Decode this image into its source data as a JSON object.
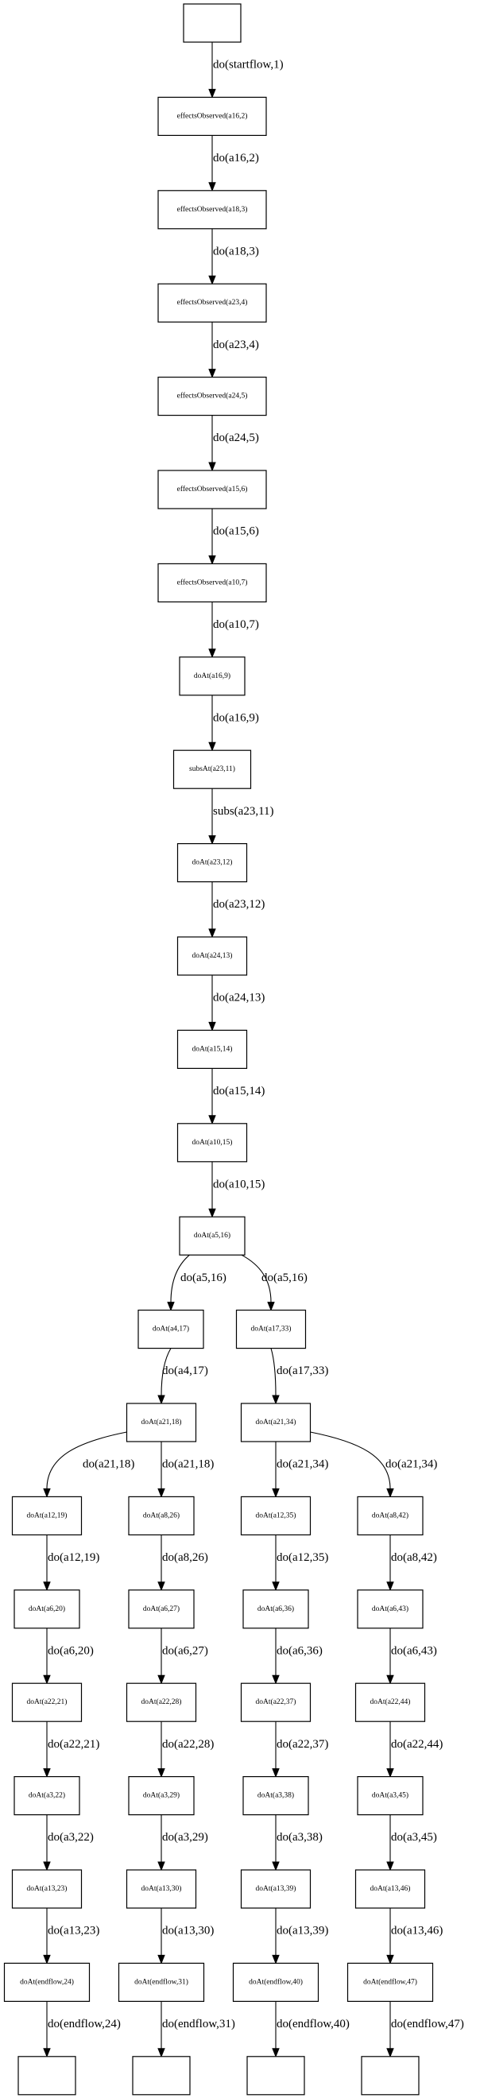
{
  "diagram": {
    "type": "directed-graph",
    "colors": {
      "stroke": "#000000",
      "background": "#ffffff",
      "text": "#000000"
    },
    "nodes": [
      {
        "id": "start",
        "label": "",
        "row": 0,
        "col": 1.5
      },
      {
        "id": "n2",
        "label": "effectsObserved(a16,2)",
        "row": 1,
        "col": 1.5
      },
      {
        "id": "n3",
        "label": "effectsObserved(a18,3)",
        "row": 2,
        "col": 1.5
      },
      {
        "id": "n4",
        "label": "effectsObserved(a23,4)",
        "row": 3,
        "col": 1.5
      },
      {
        "id": "n5",
        "label": "effectsObserved(a24,5)",
        "row": 4,
        "col": 1.5
      },
      {
        "id": "n6",
        "label": "effectsObserved(a15,6)",
        "row": 5,
        "col": 1.5
      },
      {
        "id": "n7",
        "label": "effectsObserved(a10,7)",
        "row": 6,
        "col": 1.5
      },
      {
        "id": "n9",
        "label": "doAt(a16,9)",
        "row": 7,
        "col": 1.5
      },
      {
        "id": "n11",
        "label": "subsAt(a23,11)",
        "row": 8,
        "col": 1.5
      },
      {
        "id": "n12",
        "label": "doAt(a23,12)",
        "row": 9,
        "col": 1.5
      },
      {
        "id": "n13",
        "label": "doAt(a24,13)",
        "row": 10,
        "col": 1.5
      },
      {
        "id": "n14",
        "label": "doAt(a15,14)",
        "row": 11,
        "col": 1.5
      },
      {
        "id": "n15",
        "label": "doAt(a10,15)",
        "row": 12,
        "col": 1.5
      },
      {
        "id": "n16",
        "label": "doAt(a5,16)",
        "row": 13,
        "col": 1.5
      },
      {
        "id": "n17",
        "label": "doAt(a4,17)",
        "row": 14,
        "col": 0.85
      },
      {
        "id": "n33",
        "label": "doAt(a17,33)",
        "row": 14,
        "col": 2.15
      },
      {
        "id": "n18",
        "label": "doAt(a21,18)",
        "row": 15,
        "col": 0.7
      },
      {
        "id": "n34",
        "label": "doAt(a21,34)",
        "row": 15,
        "col": 2.3
      },
      {
        "id": "n19",
        "label": "doAt(a12,19)",
        "row": 16,
        "col": 0
      },
      {
        "id": "n26",
        "label": "doAt(a8,26)",
        "row": 16,
        "col": 1
      },
      {
        "id": "n35",
        "label": "doAt(a12,35)",
        "row": 16,
        "col": 2
      },
      {
        "id": "n42",
        "label": "doAt(a8,42)",
        "row": 16,
        "col": 3
      },
      {
        "id": "n20",
        "label": "doAt(a6,20)",
        "row": 17,
        "col": 0
      },
      {
        "id": "n27",
        "label": "doAt(a6,27)",
        "row": 17,
        "col": 1
      },
      {
        "id": "n36",
        "label": "doAt(a6,36)",
        "row": 17,
        "col": 2
      },
      {
        "id": "n43",
        "label": "doAt(a6,43)",
        "row": 17,
        "col": 3
      },
      {
        "id": "n21",
        "label": "doAt(a22,21)",
        "row": 18,
        "col": 0
      },
      {
        "id": "n28",
        "label": "doAt(a22,28)",
        "row": 18,
        "col": 1
      },
      {
        "id": "n37",
        "label": "doAt(a22,37)",
        "row": 18,
        "col": 2
      },
      {
        "id": "n44",
        "label": "doAt(a22,44)",
        "row": 18,
        "col": 3
      },
      {
        "id": "n22",
        "label": "doAt(a3,22)",
        "row": 19,
        "col": 0
      },
      {
        "id": "n29",
        "label": "doAt(a3,29)",
        "row": 19,
        "col": 1
      },
      {
        "id": "n38",
        "label": "doAt(a3,38)",
        "row": 19,
        "col": 2
      },
      {
        "id": "n45",
        "label": "doAt(a3,45)",
        "row": 19,
        "col": 3
      },
      {
        "id": "n23",
        "label": "doAt(a13,23)",
        "row": 20,
        "col": 0
      },
      {
        "id": "n30",
        "label": "doAt(a13,30)",
        "row": 20,
        "col": 1
      },
      {
        "id": "n39",
        "label": "doAt(a13,39)",
        "row": 20,
        "col": 2
      },
      {
        "id": "n46",
        "label": "doAt(a13,46)",
        "row": 20,
        "col": 3
      },
      {
        "id": "n24",
        "label": "doAt(endflow,24)",
        "row": 21,
        "col": 0
      },
      {
        "id": "n31",
        "label": "doAt(endflow,31)",
        "row": 21,
        "col": 1
      },
      {
        "id": "n40",
        "label": "doAt(endflow,40)",
        "row": 21,
        "col": 2
      },
      {
        "id": "n47",
        "label": "doAt(endflow,47)",
        "row": 21,
        "col": 3
      },
      {
        "id": "end24",
        "label": "",
        "row": 22,
        "col": 0
      },
      {
        "id": "end31",
        "label": "",
        "row": 22,
        "col": 1
      },
      {
        "id": "end40",
        "label": "",
        "row": 22,
        "col": 2
      },
      {
        "id": "end47",
        "label": "",
        "row": 22,
        "col": 3
      }
    ],
    "edges": [
      {
        "from": "start",
        "to": "n2",
        "label": "do(startflow,1)"
      },
      {
        "from": "n2",
        "to": "n3",
        "label": "do(a16,2)"
      },
      {
        "from": "n3",
        "to": "n4",
        "label": "do(a18,3)"
      },
      {
        "from": "n4",
        "to": "n5",
        "label": "do(a23,4)"
      },
      {
        "from": "n5",
        "to": "n6",
        "label": "do(a24,5)"
      },
      {
        "from": "n6",
        "to": "n7",
        "label": "do(a15,6)"
      },
      {
        "from": "n7",
        "to": "n9",
        "label": "do(a10,7)"
      },
      {
        "from": "n9",
        "to": "n11",
        "label": "do(a16,9)"
      },
      {
        "from": "n11",
        "to": "n12",
        "label": "subs(a23,11)"
      },
      {
        "from": "n12",
        "to": "n13",
        "label": "do(a23,12)"
      },
      {
        "from": "n13",
        "to": "n14",
        "label": "do(a24,13)"
      },
      {
        "from": "n14",
        "to": "n15",
        "label": "do(a15,14)"
      },
      {
        "from": "n15",
        "to": "n16",
        "label": "do(a10,15)"
      },
      {
        "from": "n16",
        "to": "n17",
        "label": "do(a5,16)"
      },
      {
        "from": "n16",
        "to": "n33",
        "label": "do(a5,16)"
      },
      {
        "from": "n17",
        "to": "n18",
        "label": "do(a4,17)"
      },
      {
        "from": "n33",
        "to": "n34",
        "label": "do(a17,33)"
      },
      {
        "from": "n18",
        "to": "n19",
        "label": "do(a21,18)"
      },
      {
        "from": "n18",
        "to": "n26",
        "label": "do(a21,18)"
      },
      {
        "from": "n34",
        "to": "n35",
        "label": "do(a21,34)"
      },
      {
        "from": "n34",
        "to": "n42",
        "label": "do(a21,34)"
      },
      {
        "from": "n19",
        "to": "n20",
        "label": "do(a12,19)"
      },
      {
        "from": "n26",
        "to": "n27",
        "label": "do(a8,26)"
      },
      {
        "from": "n35",
        "to": "n36",
        "label": "do(a12,35)"
      },
      {
        "from": "n42",
        "to": "n43",
        "label": "do(a8,42)"
      },
      {
        "from": "n20",
        "to": "n21",
        "label": "do(a6,20)"
      },
      {
        "from": "n27",
        "to": "n28",
        "label": "do(a6,27)"
      },
      {
        "from": "n36",
        "to": "n37",
        "label": "do(a6,36)"
      },
      {
        "from": "n43",
        "to": "n44",
        "label": "do(a6,43)"
      },
      {
        "from": "n21",
        "to": "n22",
        "label": "do(a22,21)"
      },
      {
        "from": "n28",
        "to": "n29",
        "label": "do(a22,28)"
      },
      {
        "from": "n37",
        "to": "n38",
        "label": "do(a22,37)"
      },
      {
        "from": "n44",
        "to": "n45",
        "label": "do(a22,44)"
      },
      {
        "from": "n22",
        "to": "n23",
        "label": "do(a3,22)"
      },
      {
        "from": "n29",
        "to": "n30",
        "label": "do(a3,29)"
      },
      {
        "from": "n38",
        "to": "n39",
        "label": "do(a3,38)"
      },
      {
        "from": "n45",
        "to": "n46",
        "label": "do(a3,45)"
      },
      {
        "from": "n23",
        "to": "n24",
        "label": "do(a13,23)"
      },
      {
        "from": "n30",
        "to": "n31",
        "label": "do(a13,30)"
      },
      {
        "from": "n39",
        "to": "n40",
        "label": "do(a13,39)"
      },
      {
        "from": "n46",
        "to": "n47",
        "label": "do(a13,46)"
      },
      {
        "from": "n24",
        "to": "end24",
        "label": "do(endflow,24)"
      },
      {
        "from": "n31",
        "to": "end31",
        "label": "do(endflow,31)"
      },
      {
        "from": "n40",
        "to": "end40",
        "label": "do(endflow,40)"
      },
      {
        "from": "n47",
        "to": "end47",
        "label": "do(endflow,47)"
      }
    ]
  }
}
